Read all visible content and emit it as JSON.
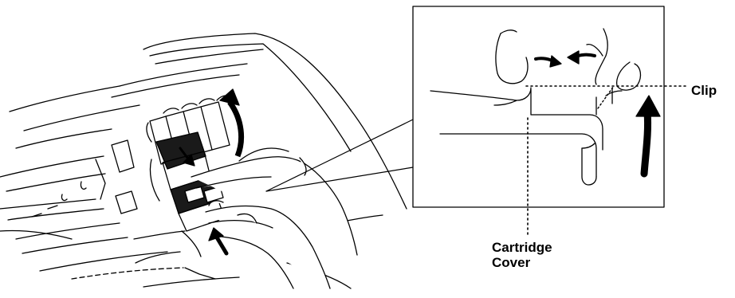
{
  "labels": {
    "clip": "Clip",
    "cartridge_cover_line1": "Cartridge",
    "cartridge_cover_line2": "Cover"
  },
  "colors": {
    "ink": "#000000",
    "background": "#ffffff"
  }
}
